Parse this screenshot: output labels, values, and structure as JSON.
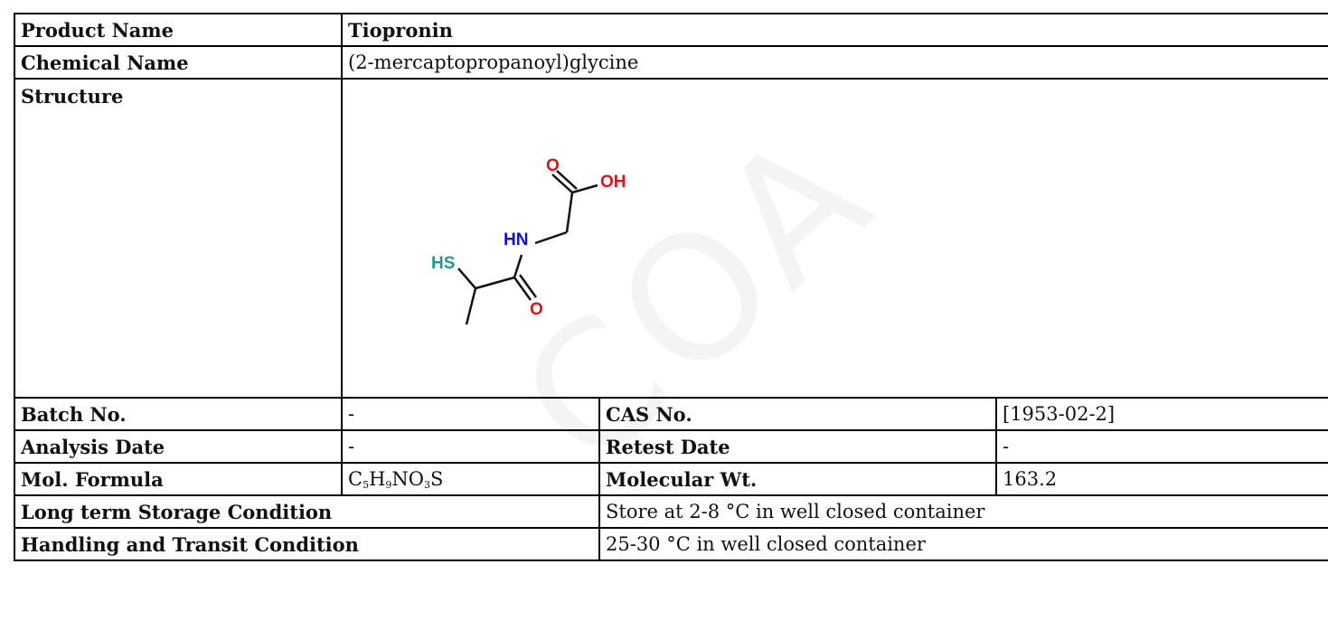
{
  "rows": {
    "product_name": {
      "label": "Product Name",
      "value": "Tiopronin"
    },
    "chemical_name": {
      "label": "Chemical Name",
      "value": "(2-mercaptopropanoyl)glycine"
    },
    "structure": {
      "label": "Structure",
      "atoms": {
        "o_top": "O",
        "oh": "OH",
        "hn": "HN",
        "hs": "HS",
        "o_bottom": "O"
      },
      "colors": {
        "oxygen": "#e0111b",
        "nitrogen": "#1010d8",
        "sulfur": "#1f9a8f",
        "bond": "#111111"
      }
    },
    "batch": {
      "label": "Batch No.",
      "value": "-",
      "label2": "CAS No.",
      "value2": "[1953-02-2]"
    },
    "analysis": {
      "label": "Analysis Date",
      "value": "-",
      "label2": "Retest Date",
      "value2": "-"
    },
    "formula": {
      "label": "Mol. Formula",
      "parts": [
        "C",
        "5",
        "H",
        "9",
        "NO",
        "3",
        "S"
      ],
      "label2": "Molecular Wt.",
      "value2": "163.2"
    },
    "storage": {
      "label": "Long term Storage Condition",
      "value": "Store at 2-8 °C in well closed container"
    },
    "handling": {
      "label": "Handling and Transit Condition",
      "value": "25-30 °C in well closed container"
    }
  },
  "watermark": "COA"
}
